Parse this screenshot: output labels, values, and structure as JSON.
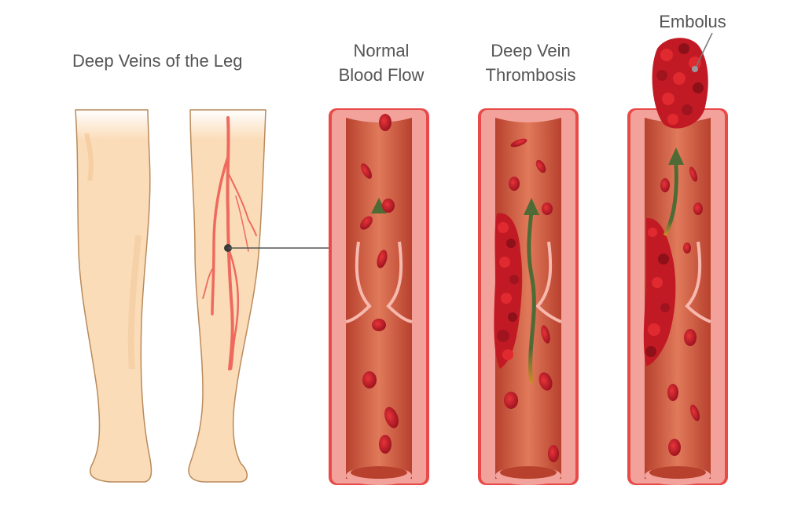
{
  "title": "Deep Vein Thrombosis illustration",
  "labels": {
    "legs": "Deep Veins of the Leg",
    "normal": [
      "Normal",
      "Blood Flow"
    ],
    "dvt": [
      "Deep Vein",
      "Thrombosis"
    ],
    "embolus": "Embolus"
  },
  "panels": [
    {
      "id": "legs",
      "label": "Deep Veins of the Leg"
    },
    {
      "id": "normal",
      "label": "Normal Blood Flow"
    },
    {
      "id": "dvt",
      "label": "Deep Vein Thrombosis"
    },
    {
      "id": "embolism",
      "label": "Embolus"
    }
  ],
  "colors": {
    "skin": "#fbdcb8",
    "skin_outline": "#b98a5c",
    "vein": "#ee6a5e",
    "vessel_outer": "#e84a4a",
    "vessel_wall": "#f2a29a",
    "lumen": "#d3654c",
    "blood_cell": "#d8232a",
    "arrow": "#4f6b35",
    "text": "#555555"
  }
}
